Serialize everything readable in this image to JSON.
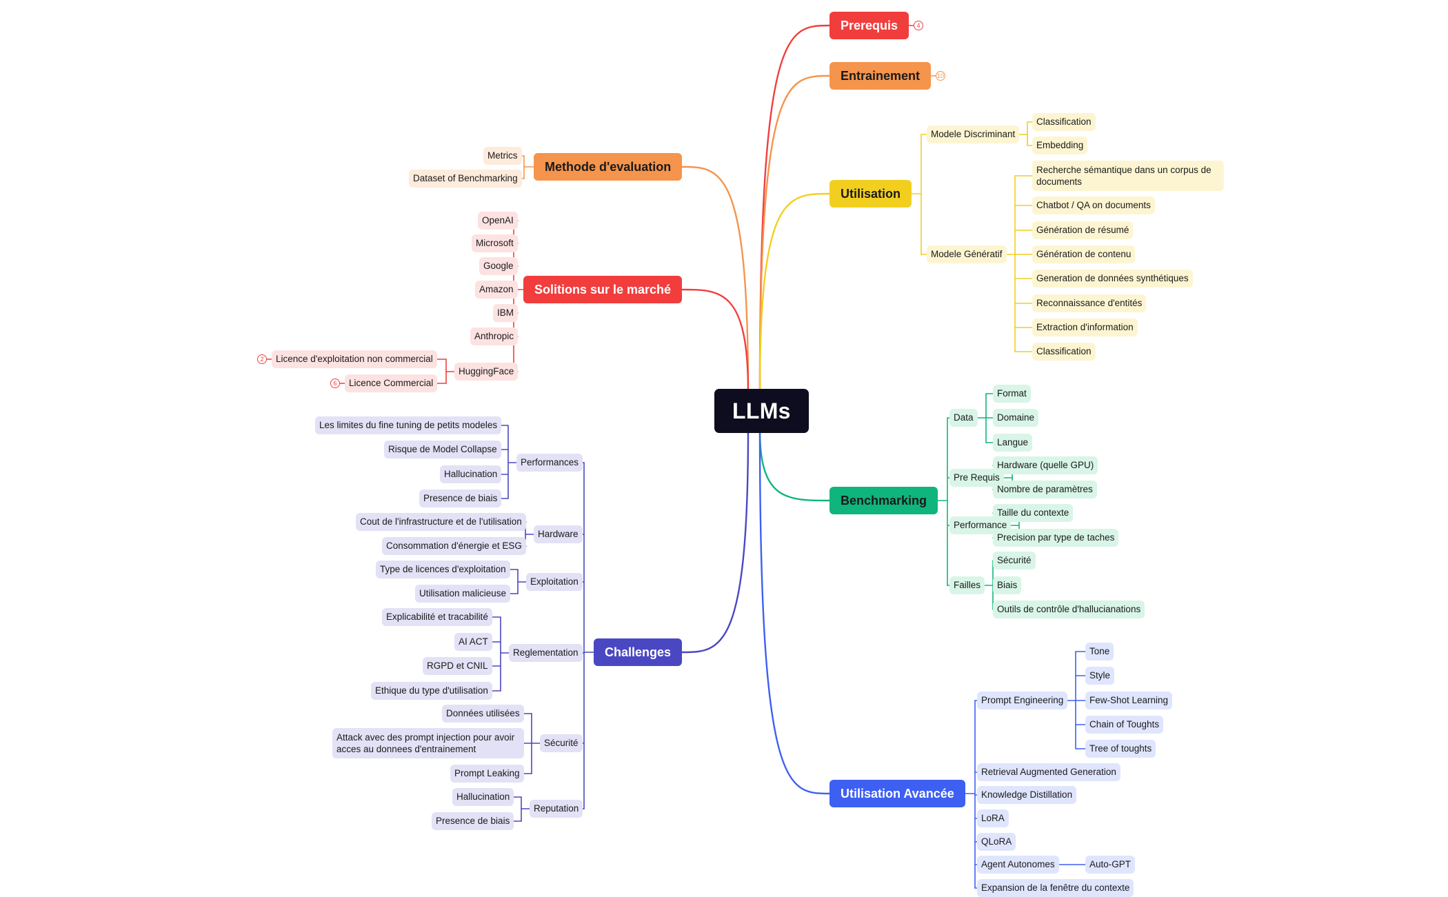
{
  "center": {
    "label": "LLMs"
  },
  "branches": [
    {
      "id": "prerequis",
      "label": "Prerequis",
      "color": "#f23d3d",
      "light_color": "#fde2e2",
      "text_dark": false,
      "badge": "4",
      "children": []
    },
    {
      "id": "entrainement",
      "label": "Entrainement",
      "color": "#f5944c",
      "light_color": "#fdebdc",
      "text_dark": true,
      "badge": "10",
      "children": []
    },
    {
      "id": "utilisation",
      "label": "Utilisation",
      "color": "#f2cf1f",
      "light_color": "#fdf5d2",
      "text_dark": true,
      "children": [
        {
          "label": "Modele Discriminant",
          "children": [
            {
              "label": "Classification"
            },
            {
              "label": "Embedding"
            }
          ]
        },
        {
          "label": "Modele Génératif",
          "children": [
            {
              "label": "Recherche sémantique dans un corpus de documents"
            },
            {
              "label": "Chatbot / QA on documents"
            },
            {
              "label": "Génération de résumé"
            },
            {
              "label": "Génération de contenu"
            },
            {
              "label": "Generation de données synthétiques"
            },
            {
              "label": "Reconnaissance d'entités"
            },
            {
              "label": "Extraction d'information"
            },
            {
              "label": "Classification"
            }
          ]
        }
      ]
    },
    {
      "id": "benchmarking",
      "label": "Benchmarking",
      "color": "#0fb57c",
      "light_color": "#d8f5e8",
      "text_dark": true,
      "children": [
        {
          "label": "Data",
          "children": [
            {
              "label": "Format"
            },
            {
              "label": "Domaine"
            },
            {
              "label": "Langue"
            }
          ]
        },
        {
          "label": "Pre Requis",
          "children": [
            {
              "label": "Hardware (quelle GPU)"
            },
            {
              "label": "Nombre de paramètres"
            }
          ]
        },
        {
          "label": "Performance",
          "children": [
            {
              "label": "Taille du contexte"
            },
            {
              "label": "Precision par type de taches"
            }
          ]
        },
        {
          "label": "Failles",
          "children": [
            {
              "label": "Sécurité"
            },
            {
              "label": "Biais"
            },
            {
              "label": "Outils de contrôle d'hallucianations"
            }
          ]
        }
      ]
    },
    {
      "id": "utilisation_avancee",
      "label": "Utilisation Avancée",
      "color": "#3d5ff2",
      "light_color": "#dfe5fd",
      "text_dark": false,
      "children": [
        {
          "label": "Prompt Engineering",
          "children": [
            {
              "label": "Tone"
            },
            {
              "label": "Style"
            },
            {
              "label": "Few-Shot Learning"
            },
            {
              "label": "Chain of Toughts"
            },
            {
              "label": "Tree of toughts"
            }
          ]
        },
        {
          "label": "Retrieval Augmented Generation"
        },
        {
          "label": "Knowledge Distillation"
        },
        {
          "label": "LoRA"
        },
        {
          "label": "QLoRA"
        },
        {
          "label": "Agent Autonomes",
          "children": [
            {
              "label": "Auto-GPT"
            }
          ]
        },
        {
          "label": "Expansion de la fenêtre du contexte"
        }
      ]
    },
    {
      "id": "methode",
      "label": "Methode d'evaluation",
      "color": "#f5944c",
      "light_color": "#fdebdc",
      "text_dark": true,
      "children": [
        {
          "label": "Metrics"
        },
        {
          "label": "Dataset of Benchmarking"
        }
      ]
    },
    {
      "id": "solutions",
      "label": "Solitions sur le marché",
      "color": "#f23d3d",
      "light_color": "#fde2e2",
      "text_dark": false,
      "children": [
        {
          "label": "OpenAI"
        },
        {
          "label": "Microsoft"
        },
        {
          "label": "Google"
        },
        {
          "label": "Amazon"
        },
        {
          "label": "IBM"
        },
        {
          "label": "Anthropic"
        },
        {
          "label": "HuggingFace",
          "children": [
            {
              "label": "Licence d'exploitation non commercial",
              "badge": "2"
            },
            {
              "label": "Licence Commercial",
              "badge": "6"
            }
          ]
        }
      ]
    },
    {
      "id": "challenges",
      "label": "Challenges",
      "color": "#4a47c2",
      "light_color": "#e2e1f5",
      "text_dark": false,
      "children": [
        {
          "label": "Performances",
          "children": [
            {
              "label": "Les limites du fine tuning de petits modeles"
            },
            {
              "label": "Risque de Model Collapse"
            },
            {
              "label": "Hallucination"
            },
            {
              "label": "Presence de biais"
            }
          ]
        },
        {
          "label": "Hardware",
          "children": [
            {
              "label": "Cout de l'infrastructure et de l'utilisation"
            },
            {
              "label": "Consommation d'énergie et ESG"
            }
          ]
        },
        {
          "label": "Exploitation",
          "children": [
            {
              "label": "Type de licences d'exploitation"
            },
            {
              "label": "Utilisation malicieuse"
            }
          ]
        },
        {
          "label": "Reglementation",
          "children": [
            {
              "label": "Explicabilité et tracabilité"
            },
            {
              "label": "AI ACT"
            },
            {
              "label": "RGPD et CNIL"
            },
            {
              "label": "Ethique du type d'utilisation"
            }
          ]
        },
        {
          "label": "Sécurité",
          "children": [
            {
              "label": "Données utilisées"
            },
            {
              "label": "Attack avec des prompt injection pour avoir acces au donnees d'entrainement"
            },
            {
              "label": "Prompt Leaking"
            }
          ]
        },
        {
          "label": "Reputation",
          "children": [
            {
              "label": "Hallucination"
            },
            {
              "label": "Presence de biais"
            }
          ]
        }
      ]
    }
  ]
}
